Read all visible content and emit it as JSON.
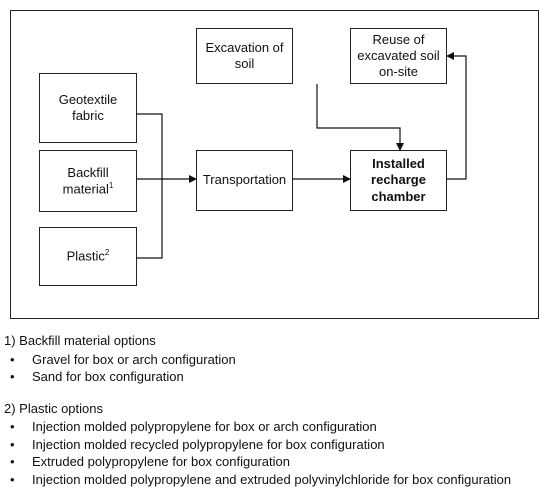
{
  "diagram": {
    "boxes": {
      "geotextile": "Geotextile fabric",
      "backfill": "Backfill material",
      "backfill_sup": "1",
      "plastic": "Plastic",
      "plastic_sup": "2",
      "transportation": "Transportation",
      "excavation": "Excavation of soil",
      "reuse": "Reuse of excavated soil on-site",
      "installed": "Installed recharge chamber"
    }
  },
  "notes": {
    "backfill_heading": "1) Backfill material options",
    "backfill_options": [
      "Gravel for box or arch configuration",
      "Sand for box configuration"
    ],
    "plastic_heading": "2)  Plastic options",
    "plastic_options": [
      "Injection molded polypropylene for box or arch configuration",
      "Injection molded recycled polypropylene for box configuration",
      "Extruded polypropylene for box configuration",
      "Injection molded polypropylene and extruded polyvinylchloride for box configuration"
    ]
  }
}
